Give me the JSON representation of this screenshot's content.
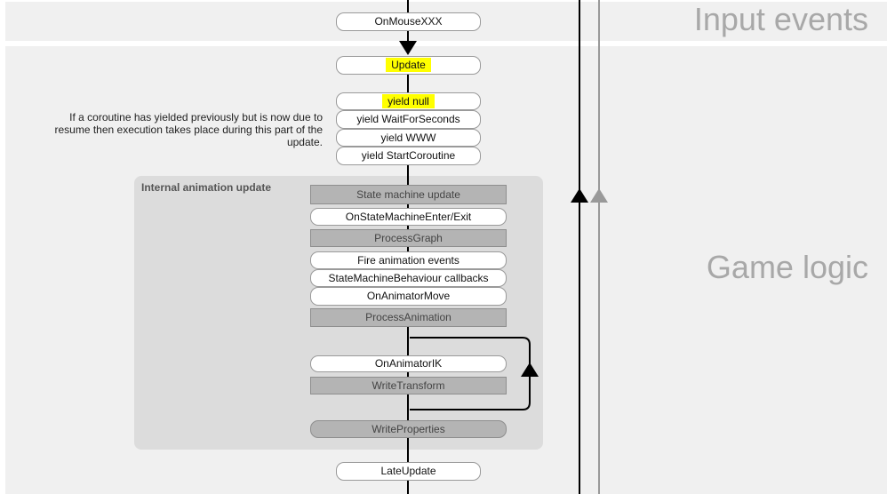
{
  "sections": {
    "input_events": "Input events",
    "game_logic": "Game logic"
  },
  "group": {
    "title": "Internal animation update"
  },
  "note": "If a coroutine has yielded previously but is now due to resume then execution takes place during this part of the update.",
  "nodes": {
    "on_mouse": "OnMouseXXX",
    "update": "Update",
    "yield_null": "yield null",
    "yield_wait": "yield WaitForSeconds",
    "yield_www": "yield WWW",
    "yield_start": "yield StartCoroutine",
    "state_machine_update": "State machine update",
    "on_state_machine": "OnStateMachineEnter/Exit",
    "process_graph": "ProcessGraph",
    "fire_events": "Fire animation events",
    "smb_callbacks": "StateMachineBehaviour callbacks",
    "on_animator_move": "OnAnimatorMove",
    "process_animation": "ProcessAnimation",
    "on_animator_ik": "OnAnimatorIK",
    "write_transform": "WriteTransform",
    "write_properties": "WriteProperties",
    "late_update": "LateUpdate"
  },
  "colors": {
    "highlight": "#ffff00",
    "band": "#f0f0f0",
    "group": "#dcdcdc",
    "gray_node": "#b4b4b4",
    "section_title": "#a8a8a8"
  }
}
